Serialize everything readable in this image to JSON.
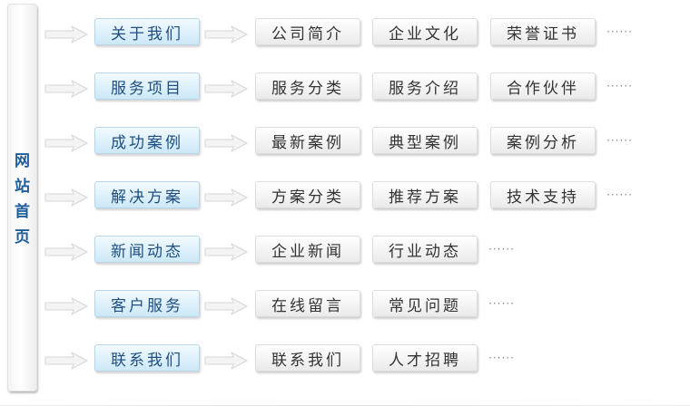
{
  "root": {
    "label": "网站首页"
  },
  "more_label": "······",
  "rows": [
    {
      "category": "关于我们",
      "items": [
        "公司简介",
        "企业文化",
        "荣誉证书"
      ]
    },
    {
      "category": "服务项目",
      "items": [
        "服务分类",
        "服务介绍",
        "合作伙伴"
      ]
    },
    {
      "category": "成功案例",
      "items": [
        "最新案例",
        "典型案例",
        "案例分析"
      ]
    },
    {
      "category": "解决方案",
      "items": [
        "方案分类",
        "推荐方案",
        "技术支持"
      ]
    },
    {
      "category": "新闻动态",
      "items": [
        "企业新闻",
        "行业动态"
      ]
    },
    {
      "category": "客户服务",
      "items": [
        "在线留言",
        "常见问题"
      ]
    },
    {
      "category": "联系我们",
      "items": [
        "联系我们",
        "人才招聘"
      ]
    }
  ]
}
